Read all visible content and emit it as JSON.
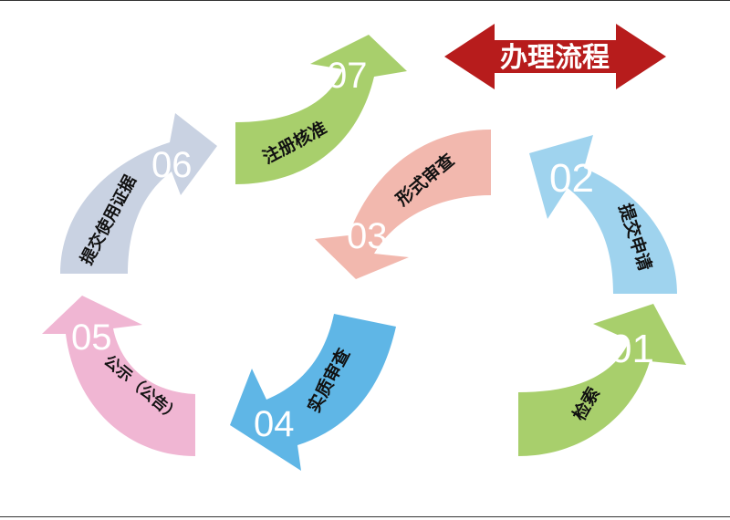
{
  "title": "办理流程",
  "colors": {
    "title": "#b71c1c",
    "green": "#a8cf6c",
    "blue_light": "#9fd3ee",
    "pink_salmon": "#f2b8ae",
    "blue": "#5fb6e6",
    "pink": "#f0b6d3",
    "gray_blue": "#c9d2e2"
  },
  "steps": [
    {
      "num": "01",
      "label": "检索"
    },
    {
      "num": "02",
      "label": "提交申请"
    },
    {
      "num": "03",
      "label": "形式审查"
    },
    {
      "num": "04",
      "label": "实质审查"
    },
    {
      "num": "05",
      "label": "公示（公告）"
    },
    {
      "num": "06",
      "label": "提交使用证据"
    },
    {
      "num": "07",
      "label": "注册核准"
    }
  ]
}
